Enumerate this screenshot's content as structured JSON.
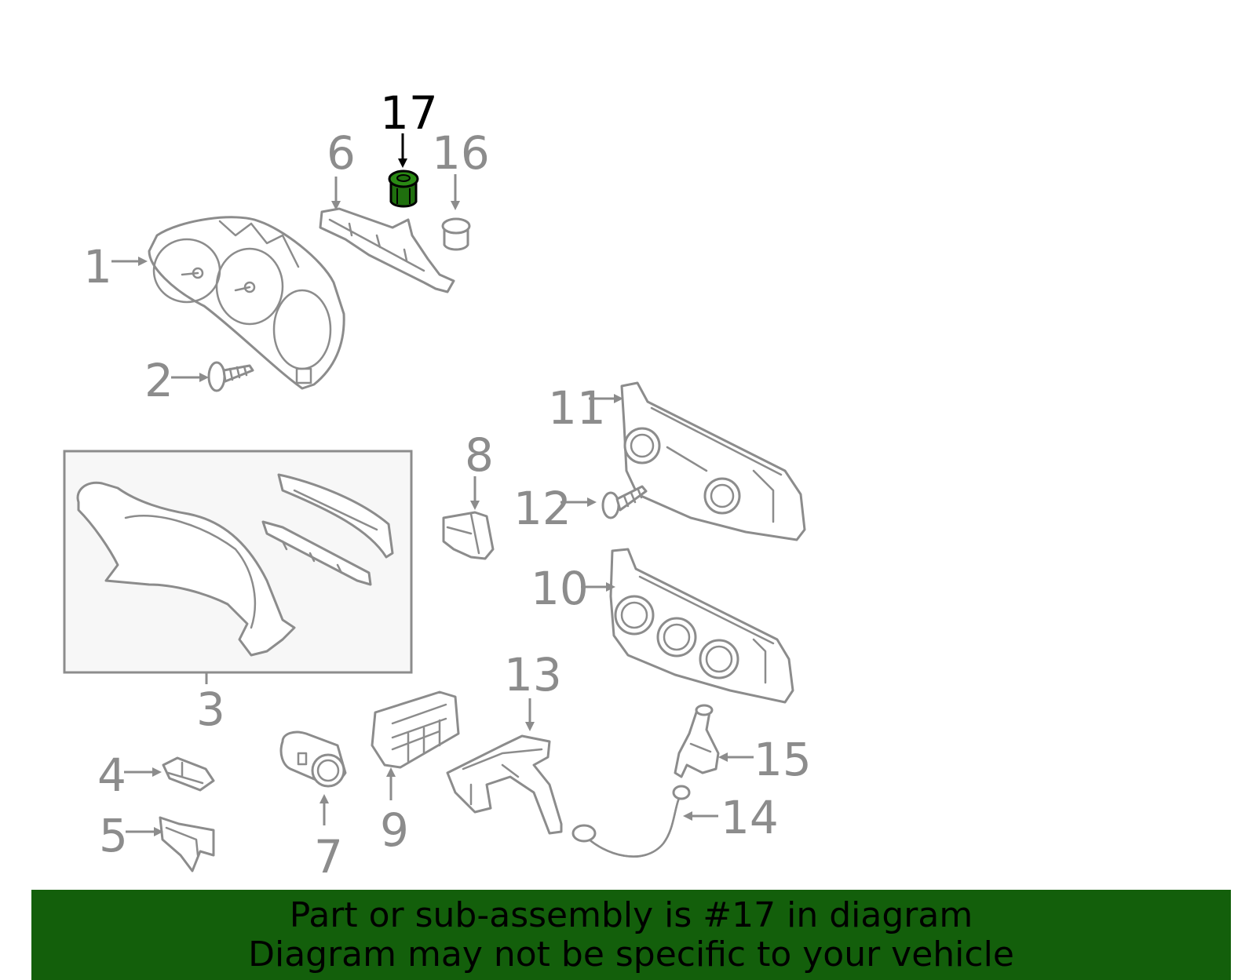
{
  "callouts": {
    "c1": "1",
    "c2": "2",
    "c3": "3",
    "c4": "4",
    "c5": "5",
    "c6": "6",
    "c7": "7",
    "c8": "8",
    "c9": "9",
    "c10": "10",
    "c11": "11",
    "c12": "12",
    "c13": "13",
    "c14": "14",
    "c15": "15",
    "c16": "16",
    "c17": "17"
  },
  "highlighted_part": "17",
  "banner": {
    "line1": "Part or sub-assembly is #17 in diagram",
    "line2": "Diagram may not be specific to your vehicle"
  },
  "colors": {
    "banner_background": "#135f0b",
    "highlight_part": "#1f6f0e",
    "outline": "#8c8c8c",
    "highlight_text": "#000000"
  }
}
